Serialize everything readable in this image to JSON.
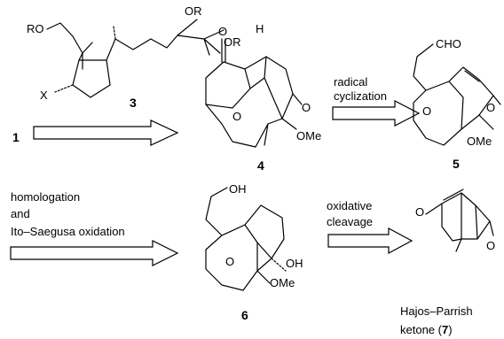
{
  "compounds": {
    "c1": {
      "label": "1"
    },
    "c3": {
      "label": "3",
      "atoms": {
        "ro_left": "RO",
        "or_top": "OR",
        "or_right": "OR",
        "x": "X"
      }
    },
    "c4": {
      "label": "4",
      "atoms": {
        "o_ketone": "O",
        "h": "H",
        "o_bridge": "O",
        "o_ketone2": "O",
        "ome": "OMe"
      }
    },
    "c5": {
      "label": "5",
      "atoms": {
        "cho": "CHO",
        "o_bridge": "O",
        "o_ketone": "O",
        "ome": "OMe"
      }
    },
    "c6": {
      "label": "6",
      "atoms": {
        "oh_top": "OH",
        "o_bridge": "O",
        "oh_right": "OH",
        "ome": "OMe"
      }
    },
    "c7": {
      "name": "Hajos–Parrish",
      "name_line2_prefix": "ketone (",
      "label": "7",
      "name_line2_suffix": ")",
      "atoms": {
        "o_left": "O",
        "o_right": "O"
      }
    }
  },
  "arrows": {
    "a1": {
      "lines": []
    },
    "a2": {
      "lines": [
        "radical",
        "cyclization"
      ]
    },
    "a3": {
      "lines": [
        "homologation",
        "and",
        "Ito–Saegusa oxidation"
      ]
    },
    "a4": {
      "lines": [
        "oxidative",
        "cleavage"
      ]
    }
  }
}
